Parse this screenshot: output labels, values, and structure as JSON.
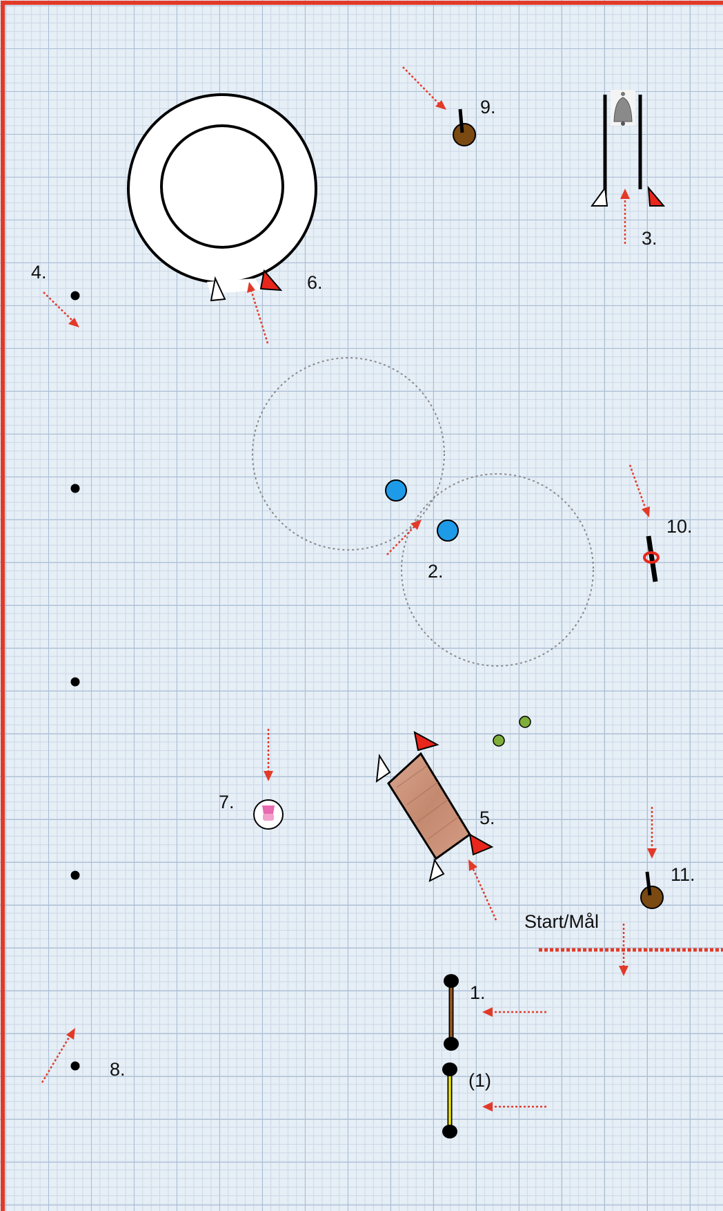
{
  "labels": {
    "obstacle_1": "1.",
    "obstacle_1_alt": "(1)",
    "obstacle_2": "2.",
    "obstacle_3": "3.",
    "obstacle_4": "4.",
    "obstacle_5": "5.",
    "obstacle_6": "6.",
    "obstacle_7": "7.",
    "obstacle_8": "8.",
    "obstacle_9": "9.",
    "obstacle_10": "10.",
    "obstacle_11": "11.",
    "start_finish": "Start/Mål"
  },
  "colors": {
    "border": "#e23a28",
    "arrow": "#e23a28",
    "flag_red": "#e8261c",
    "barrels": "#1e9be8",
    "brown_post": "#7a4a12",
    "yellow_pole": "#f2e600",
    "brown_pole": "#9b5a20",
    "green_dots": "#7fae3a",
    "bridge": "#c98d74"
  }
}
